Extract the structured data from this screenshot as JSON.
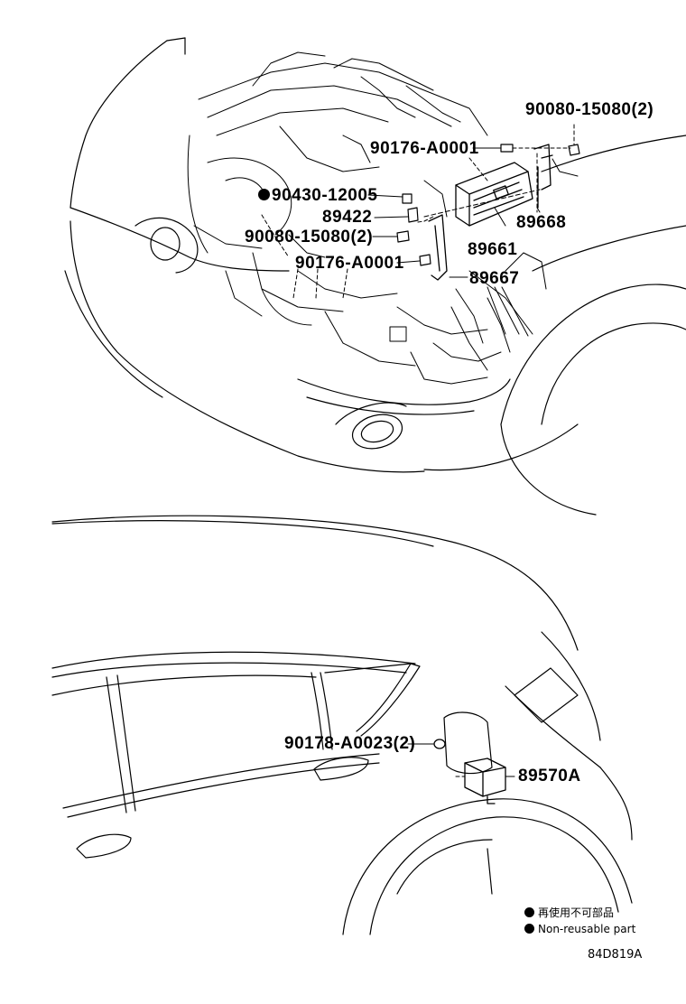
{
  "callouts": {
    "c1": "90080-15080(2)",
    "c2": "90176-A0001",
    "c3": "90430-12005",
    "c4": "89422",
    "c5": "90080-15080(2)",
    "c6": "90176-A0001",
    "c7": "89668",
    "c8": "89661",
    "c9": "89667",
    "c10": "90178-A0023(2)",
    "c11": "89570A"
  },
  "legend": {
    "japanese": "再使用不可部品",
    "english": "Non-reusable part"
  },
  "drawing_code": "84D819A",
  "colors": {
    "line": "#000000",
    "background": "#ffffff"
  }
}
